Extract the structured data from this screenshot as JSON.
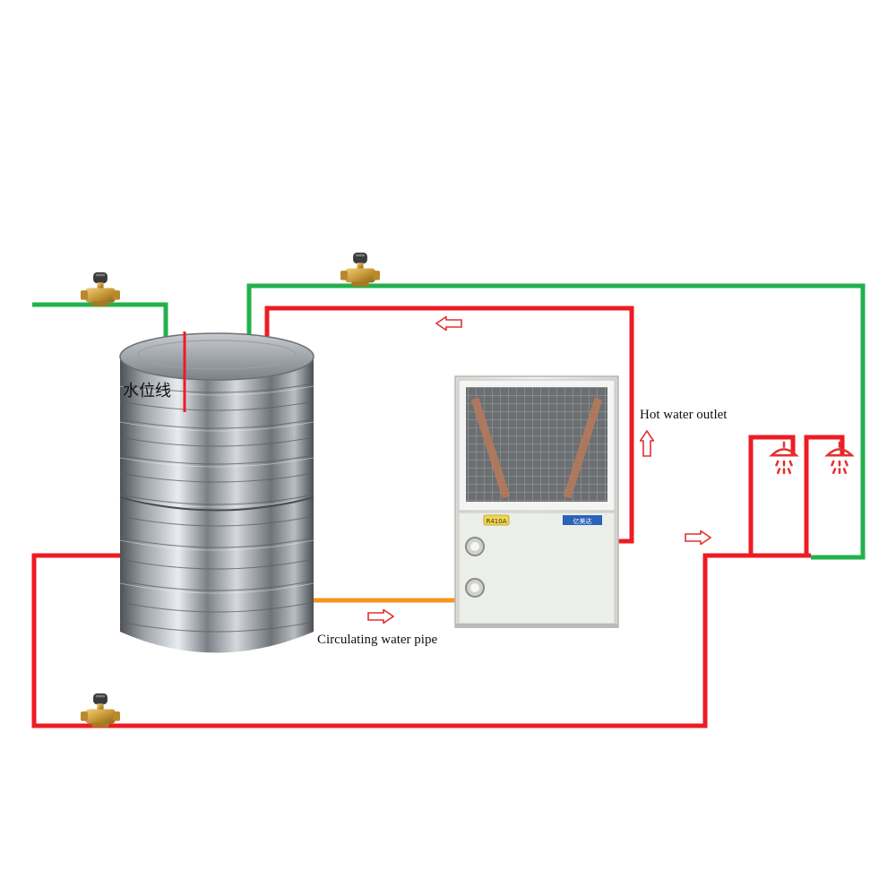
{
  "labels": {
    "water_level_line": "水位线",
    "hot_water_outlet": "Hot water outlet",
    "circulating_water_pipe": "Circulating water pipe"
  },
  "heat_pump": {
    "refrigerant_badge": "R410A",
    "brand_label": "亿美达"
  },
  "colors": {
    "cold_water_pipe": "#22b14c",
    "hot_water_pipe": "#ed1c24",
    "circulating_pipe": "#f7941d",
    "flow_arrow": "#e03030",
    "tank_steel": "#8a8f95",
    "valve_brass": "#c99a3a",
    "heat_pump_body": "#e8e9e6"
  },
  "icons": {
    "valve": "solenoid-valve-icon",
    "shower": "shower-head-icon",
    "flow_arrow": "flow-arrow-icon"
  }
}
